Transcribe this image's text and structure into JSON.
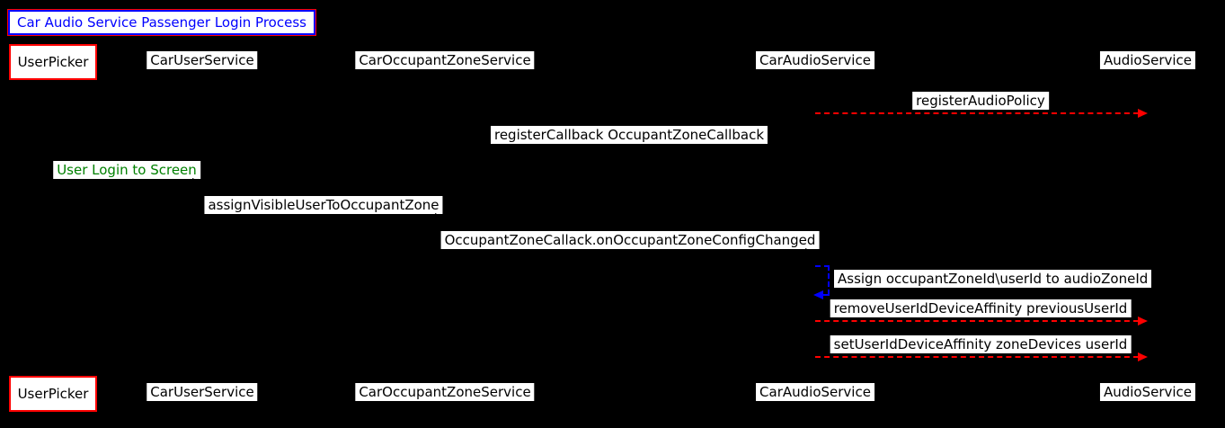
{
  "title": "Car Audio Service Passenger Login Process",
  "participants": [
    "UserPicker",
    "CarUserService",
    "CarOccupantZoneService",
    "CarAudioService",
    "AudioService"
  ],
  "messages": {
    "register_audio_policy": "registerAudioPolicy",
    "register_callback": "registerCallback OccupantZoneCallback",
    "user_login": "User Login to Screen",
    "assign_visible_user": "assignVisibleUserToOccupantZone",
    "zone_config_changed": "OccupantZoneCallack.onOccupantZoneConfigChanged",
    "assign_zone": "Assign occupantZoneId\\userId to audioZoneId",
    "remove_affinity": "removeUserIdDeviceAffinity previousUserId",
    "set_affinity": "setUserIdDeviceAffinity zoneDevices userId"
  },
  "colors": {
    "background": "#000000",
    "arrow_red": "#FF0000",
    "arrow_blue": "#0000FF",
    "note_green": "#008000",
    "label_background": "#FFFFFF",
    "participant_border_red": "#FF0000",
    "title_border_blue": "#0000FF"
  }
}
